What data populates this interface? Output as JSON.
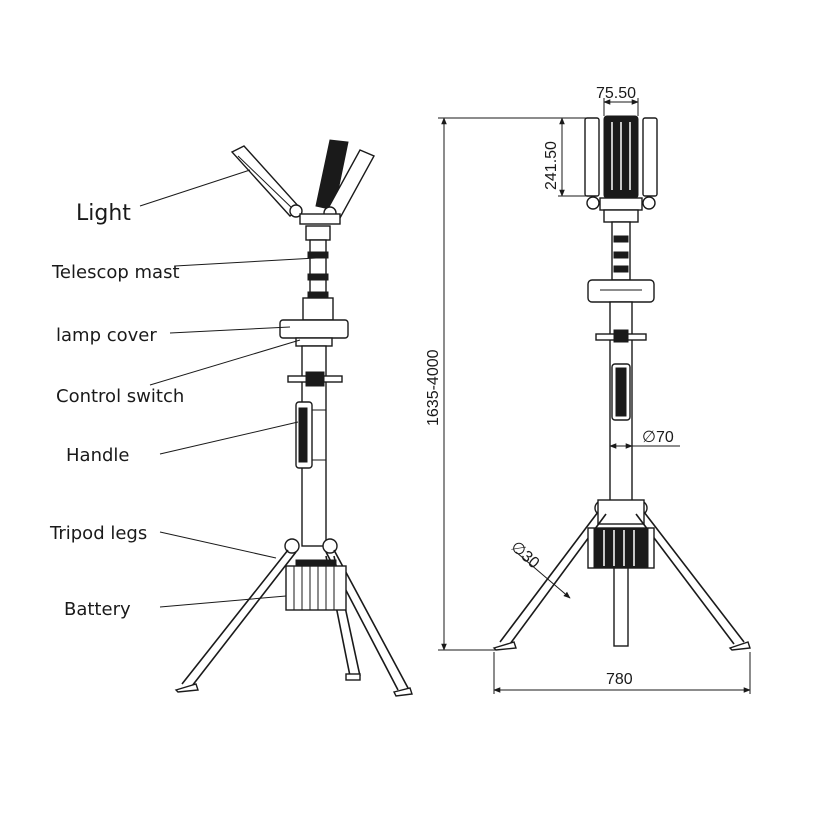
{
  "labels": {
    "light": "Light",
    "telescop_mast": "Telescop mast",
    "lamp_cover": "lamp cover",
    "control_switch": "Control switch",
    "handle": "Handle",
    "tripod_legs": "Tripod legs",
    "battery": "Battery"
  },
  "dimensions": {
    "panel_width": "75.50",
    "panel_height": "241.50",
    "total_height": "1635-4000",
    "mast_diameter": "∅70",
    "leg_diameter": "∅30",
    "base_width": "780"
  },
  "colors": {
    "line": "#1a1a1a",
    "background": "#ffffff"
  }
}
